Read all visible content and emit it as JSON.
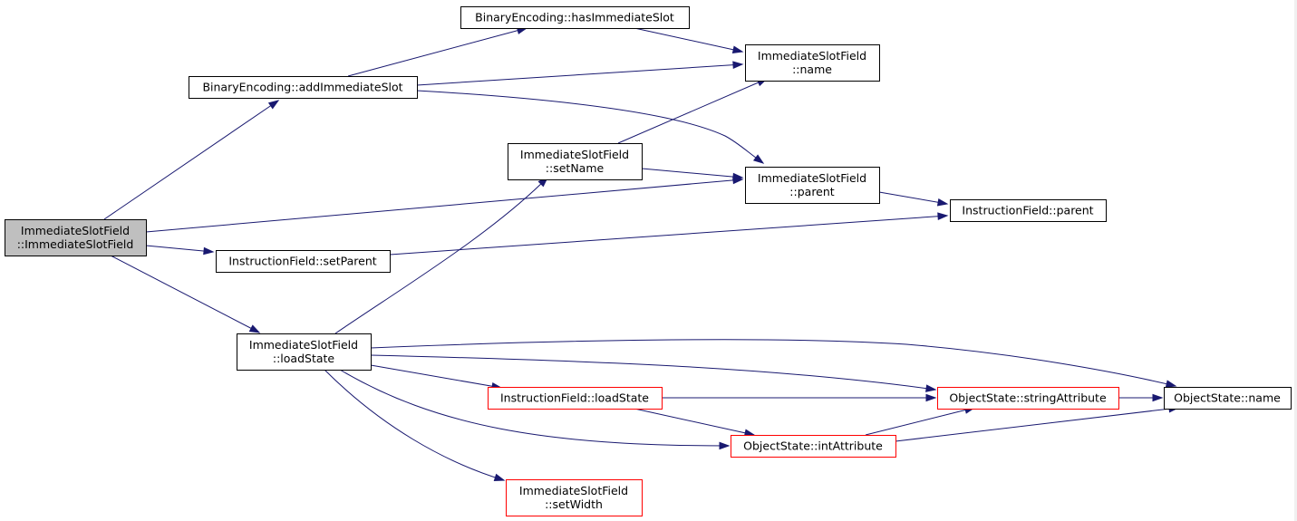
{
  "graph": {
    "colors": {
      "edge": "#191970",
      "root_fill": "#bfbfbf",
      "node_border": "#000000",
      "truncated_border": "#ff0000"
    },
    "nodes": [
      {
        "id": "root",
        "lines": [
          "ImmediateSlotField",
          "::ImmediateSlotField"
        ],
        "style": "root"
      },
      {
        "id": "addImmediateSlot",
        "lines": [
          "BinaryEncoding::addImmediateSlot"
        ],
        "style": "normal"
      },
      {
        "id": "hasImmediateSlot",
        "lines": [
          "BinaryEncoding::hasImmediateSlot"
        ],
        "style": "normal"
      },
      {
        "id": "isfName",
        "lines": [
          "ImmediateSlotField",
          "::name"
        ],
        "style": "normal"
      },
      {
        "id": "isfSetName",
        "lines": [
          "ImmediateSlotField",
          "::setName"
        ],
        "style": "normal"
      },
      {
        "id": "isfParent",
        "lines": [
          "ImmediateSlotField",
          "::parent"
        ],
        "style": "normal"
      },
      {
        "id": "ifParent",
        "lines": [
          "InstructionField::parent"
        ],
        "style": "normal"
      },
      {
        "id": "ifSetParent",
        "lines": [
          "InstructionField::setParent"
        ],
        "style": "normal"
      },
      {
        "id": "isfLoadState",
        "lines": [
          "ImmediateSlotField",
          "::loadState"
        ],
        "style": "normal"
      },
      {
        "id": "ifLoadState",
        "lines": [
          "InstructionField::loadState"
        ],
        "style": "truncated"
      },
      {
        "id": "osStringAttr",
        "lines": [
          "ObjectState::stringAttribute"
        ],
        "style": "truncated"
      },
      {
        "id": "osName",
        "lines": [
          "ObjectState::name"
        ],
        "style": "normal"
      },
      {
        "id": "osIntAttr",
        "lines": [
          "ObjectState::intAttribute"
        ],
        "style": "truncated"
      },
      {
        "id": "isfSetWidth",
        "lines": [
          "ImmediateSlotField",
          "::setWidth"
        ],
        "style": "truncated"
      }
    ],
    "edges": [
      {
        "from": "root",
        "to": "addImmediateSlot"
      },
      {
        "from": "root",
        "to": "isfParent"
      },
      {
        "from": "root",
        "to": "ifSetParent"
      },
      {
        "from": "root",
        "to": "isfLoadState"
      },
      {
        "from": "addImmediateSlot",
        "to": "hasImmediateSlot"
      },
      {
        "from": "addImmediateSlot",
        "to": "isfName"
      },
      {
        "from": "addImmediateSlot",
        "to": "isfParent"
      },
      {
        "from": "hasImmediateSlot",
        "to": "isfName"
      },
      {
        "from": "isfSetName",
        "to": "isfName"
      },
      {
        "from": "isfSetName",
        "to": "isfParent"
      },
      {
        "from": "isfParent",
        "to": "ifParent"
      },
      {
        "from": "ifSetParent",
        "to": "ifParent"
      },
      {
        "from": "isfLoadState",
        "to": "isfSetName"
      },
      {
        "from": "isfLoadState",
        "to": "osName"
      },
      {
        "from": "isfLoadState",
        "to": "osStringAttr"
      },
      {
        "from": "isfLoadState",
        "to": "ifLoadState"
      },
      {
        "from": "isfLoadState",
        "to": "osIntAttr"
      },
      {
        "from": "isfLoadState",
        "to": "isfSetWidth"
      },
      {
        "from": "ifLoadState",
        "to": "osStringAttr"
      },
      {
        "from": "ifLoadState",
        "to": "osIntAttr"
      },
      {
        "from": "osStringAttr",
        "to": "osName"
      },
      {
        "from": "osIntAttr",
        "to": "osStringAttr"
      },
      {
        "from": "osIntAttr",
        "to": "osName"
      }
    ]
  }
}
